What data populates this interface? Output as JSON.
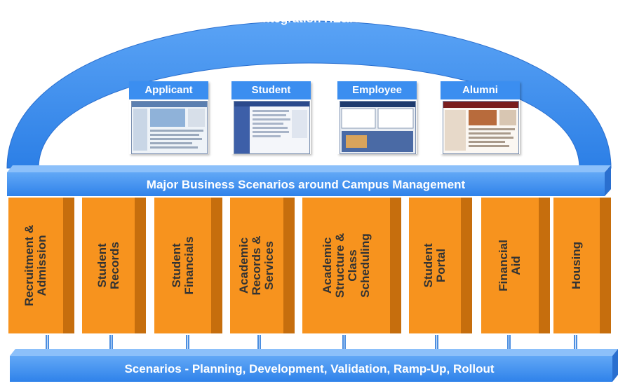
{
  "arch": {
    "title": "Integration HE&R"
  },
  "middle_band": {
    "title": "Major Business Scenarios around Campus Management"
  },
  "bottom_band": {
    "title": "Scenarios - Planning, Development, Validation, Ramp-Up, Rollout"
  },
  "portals": [
    {
      "label": "Applicant"
    },
    {
      "label": "Student"
    },
    {
      "label": "Employee"
    },
    {
      "label": "Alumni"
    }
  ],
  "pillars": [
    {
      "label": "Recruitment &\nAdmission"
    },
    {
      "label": "Student\nRecords"
    },
    {
      "label": "Student\nFinancials"
    },
    {
      "label": "Academic\nRecords &\nServices"
    },
    {
      "label": "Academic\nStructure &\nClass\nScheduling"
    },
    {
      "label": "Student\nPortal"
    },
    {
      "label": "Financial\nAid"
    },
    {
      "label": "Housing"
    }
  ],
  "colors": {
    "band_blue": "#3b8ef0",
    "band_dark": "#2a6fcf",
    "pillar_orange": "#f7931e",
    "pillar_shadow": "#c66e0d",
    "label_text": "#333333"
  }
}
